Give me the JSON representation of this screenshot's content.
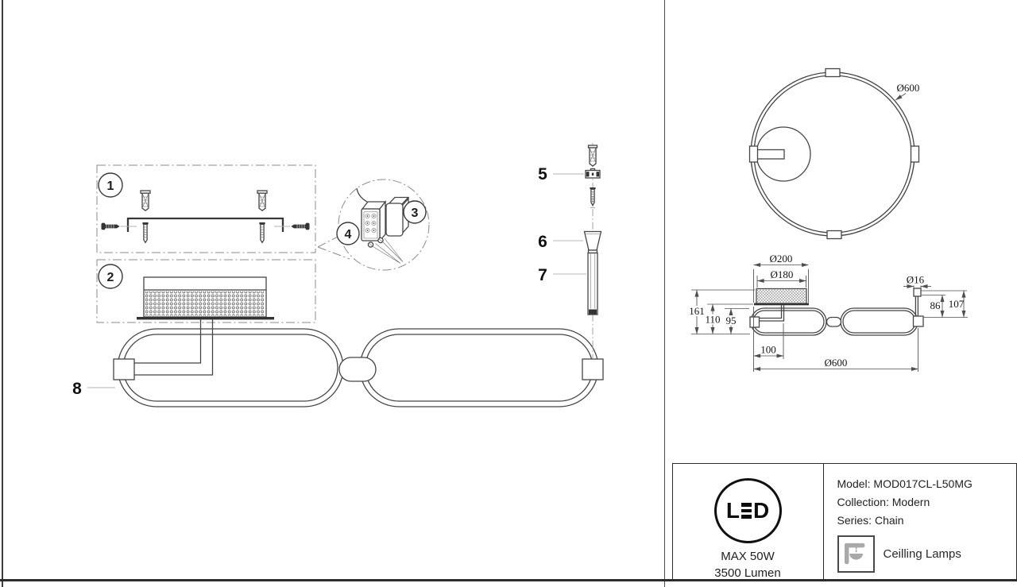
{
  "assembly_sheet": {
    "step_badges": {
      "step1": "1",
      "step2": "2",
      "step3": "3",
      "step4": "4"
    },
    "part_labels": {
      "part5": "5",
      "part6": "6",
      "part7": "7",
      "part8": "8"
    }
  },
  "top_view": {
    "diameter_label": "Ø600"
  },
  "side_view": {
    "canopy_outer_dia": "Ø200",
    "canopy_inner_dia": "Ø180",
    "rod_dia": "Ø16",
    "total_height": "161",
    "canopy_height": "110",
    "ring_height": "95",
    "rod_height": "86",
    "rod_total_height": "107",
    "stem_offset": "100",
    "overall_width": "Ø600"
  },
  "info_panel": {
    "led_logo": {
      "text": "LED",
      "l": "L",
      "d": "D"
    },
    "max_power": "MAX 50W",
    "luminous_flux": "3500 Lumen",
    "model": "Model: MOD017CL-L50MG",
    "collection": "Collection: Modern",
    "series": "Series: Chain",
    "category": "Ceilling Lamps"
  },
  "colors": {
    "line": "#454545",
    "icon_gray": "#a9a9a9",
    "text": "#222222"
  }
}
